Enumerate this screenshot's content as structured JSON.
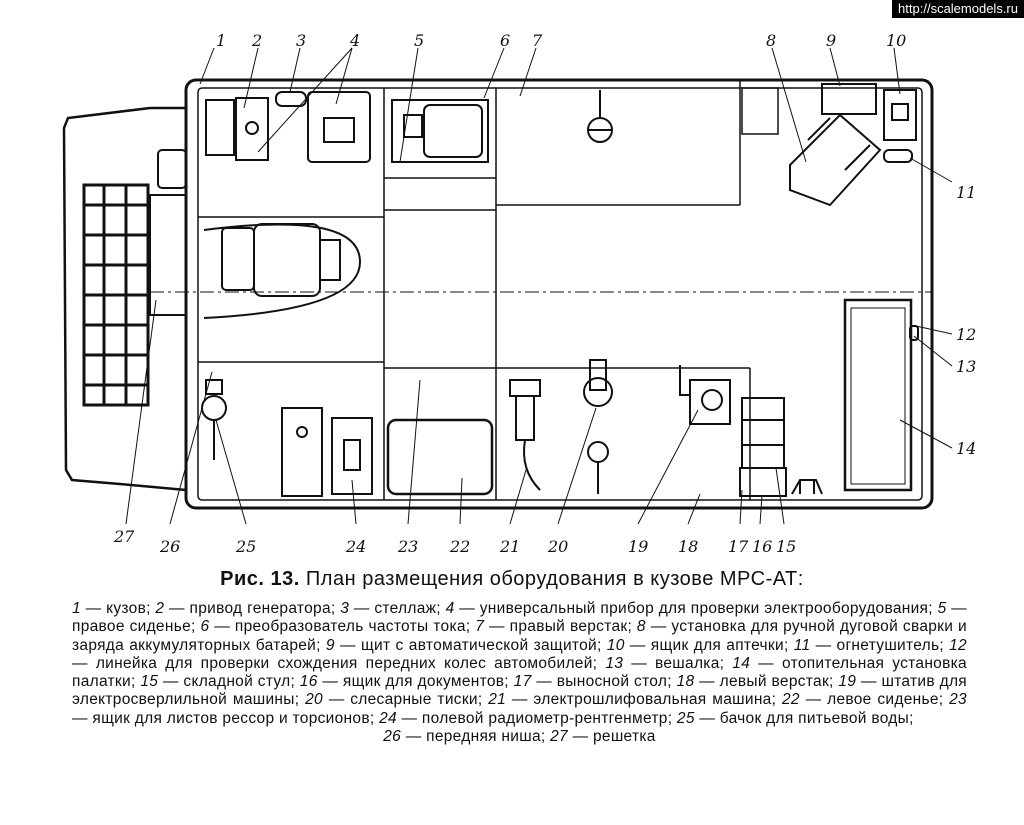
{
  "watermark": "http://scalemodels.ru",
  "caption": {
    "figure": "Рис. 13.",
    "title": "План размещения оборудования в кузове МРС-АТ:"
  },
  "legend": [
    {
      "num": "1",
      "text": "кузов"
    },
    {
      "num": "2",
      "text": "привод генератора"
    },
    {
      "num": "3",
      "text": "стеллаж"
    },
    {
      "num": "4",
      "text": "универсальный прибор для проверки электрооборудования"
    },
    {
      "num": "5",
      "text": "правое сиденье"
    },
    {
      "num": "6",
      "text": "преобразователь частоты тока"
    },
    {
      "num": "7",
      "text": "правый верстак"
    },
    {
      "num": "8",
      "text": "установка для ручной дуговой сварки и заряда аккумуляторных батарей"
    },
    {
      "num": "9",
      "text": "щит с автоматической защитой"
    },
    {
      "num": "10",
      "text": "ящик для аптечки"
    },
    {
      "num": "11",
      "text": "огнетушитель"
    },
    {
      "num": "12",
      "text": "линейка для проверки схождения передних колес автомобилей"
    },
    {
      "num": "13",
      "text": "вешалка"
    },
    {
      "num": "14",
      "text": "отопительная установка палатки"
    },
    {
      "num": "15",
      "text": "складной стул"
    },
    {
      "num": "16",
      "text": "ящик для документов"
    },
    {
      "num": "17",
      "text": "выносной стол"
    },
    {
      "num": "18",
      "text": "левый верстак"
    },
    {
      "num": "19",
      "text": "штатив для электросверлильной машины"
    },
    {
      "num": "20",
      "text": "слесарные тиски"
    },
    {
      "num": "21",
      "text": "электрошлифовальная машина"
    },
    {
      "num": "22",
      "text": "левое сиденье"
    },
    {
      "num": "23",
      "text": "ящик для листов рессор и торсионов"
    },
    {
      "num": "24",
      "text": "полевой радиометр-рентгенметр"
    },
    {
      "num": "25",
      "text": "бачок для питьевой воды"
    },
    {
      "num": "26",
      "text": "передняя ниша"
    },
    {
      "num": "27",
      "text": "решетка"
    }
  ],
  "callouts": {
    "top": [
      "1",
      "2",
      "3",
      "4",
      "5",
      "6",
      "7",
      "8",
      "9",
      "10"
    ],
    "right": [
      "11",
      "12",
      "13",
      "14"
    ],
    "bottom": [
      "27",
      "26",
      "25",
      "24",
      "23",
      "22",
      "21",
      "20",
      "19",
      "18",
      "17",
      "16",
      "15"
    ]
  }
}
